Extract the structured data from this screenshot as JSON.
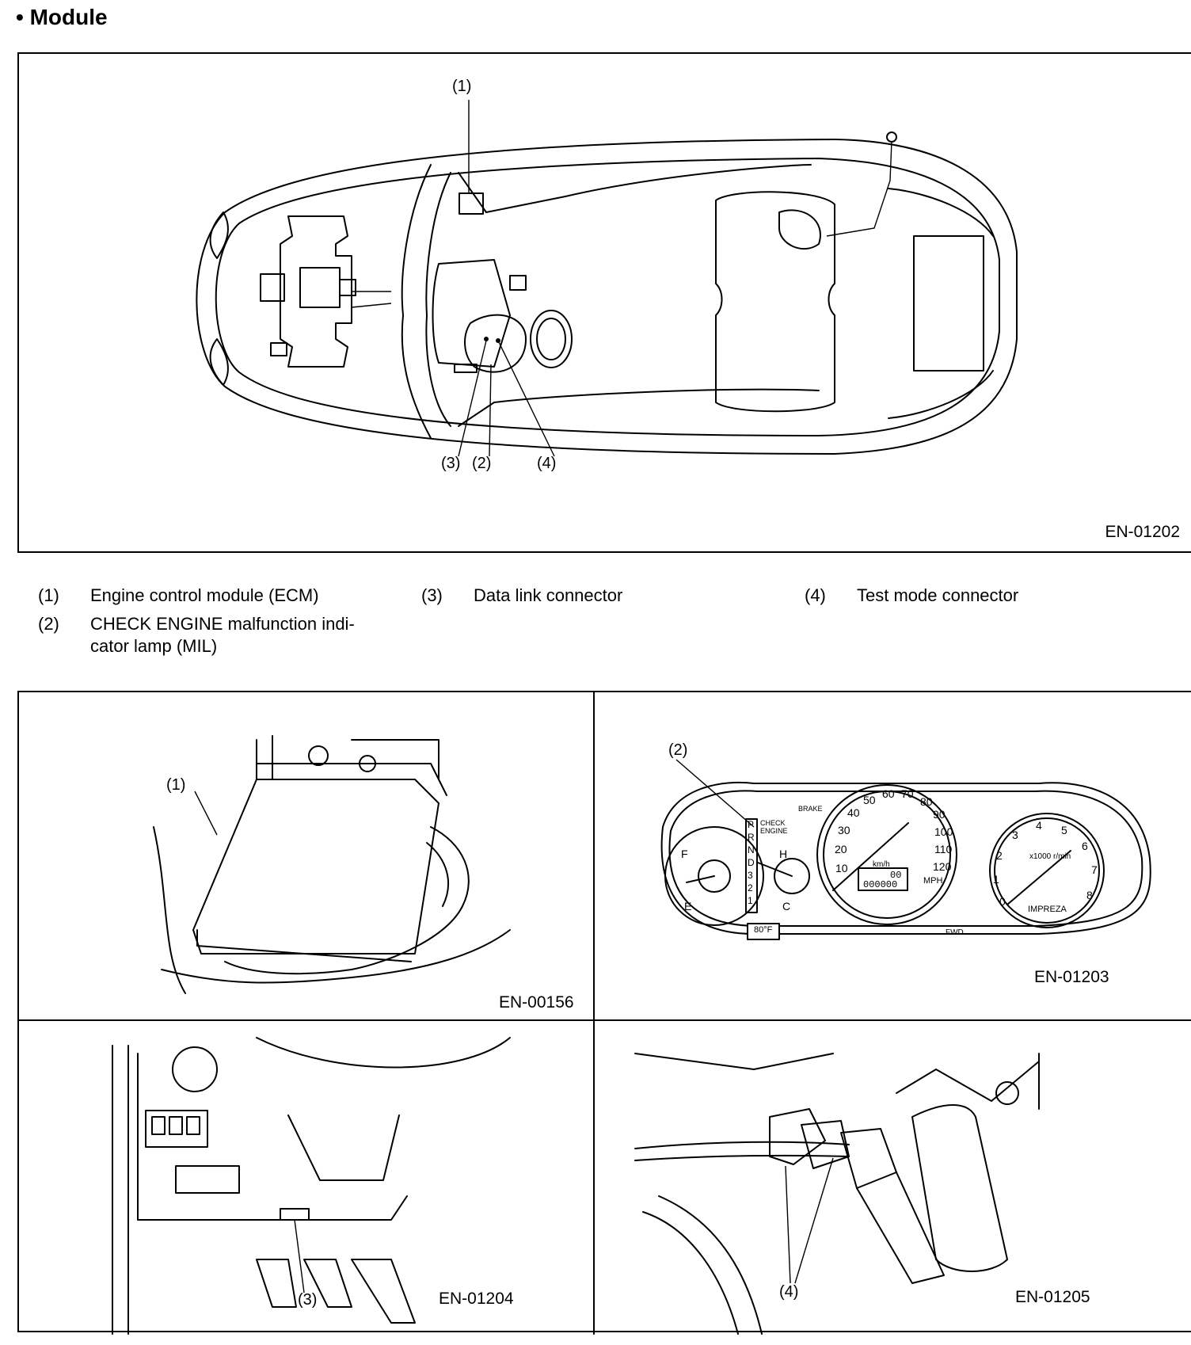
{
  "heading": "• Module",
  "main_figure": {
    "id": "EN-01202",
    "callouts": [
      "(1)",
      "(2)",
      "(3)",
      "(4)"
    ]
  },
  "legend": [
    {
      "num": "(1)",
      "text": "Engine control module (ECM)"
    },
    {
      "num": "(2)",
      "text": "CHECK ENGINE malfunction indi-",
      "text2": "cator lamp (MIL)"
    },
    {
      "num": "(3)",
      "text": "Data link connector"
    },
    {
      "num": "(4)",
      "text": "Test mode connector"
    }
  ],
  "panels": [
    {
      "id": "EN-00156",
      "callout": "(1)"
    },
    {
      "id": "EN-01203",
      "callout": "(2)"
    },
    {
      "id": "EN-01204",
      "callout": "(3)"
    },
    {
      "id": "EN-01205",
      "callout": "(4)"
    }
  ],
  "cluster": {
    "speed_mph": [
      "10",
      "20",
      "30",
      "40",
      "50",
      "60",
      "70",
      "80",
      "90",
      "100",
      "110",
      "120"
    ],
    "tach": [
      "0",
      "1",
      "2",
      "3",
      "4",
      "5",
      "6",
      "7",
      "8"
    ],
    "tach_unit": "x1000 r/min",
    "mph_label": "MPH",
    "kmh_label": "km/h",
    "brand": "IMPREZA",
    "gear": [
      "P",
      "R",
      "N",
      "D",
      "3",
      "2",
      "1"
    ],
    "fuel_f": "F",
    "fuel_e": "E",
    "temp_h": "H",
    "temp_c": "C",
    "check_engine": "CHECK ENGINE",
    "brake": "BRAKE",
    "odometer": "000000",
    "trip": "00",
    "temp_display": "80°F",
    "fwd": "FWD"
  }
}
